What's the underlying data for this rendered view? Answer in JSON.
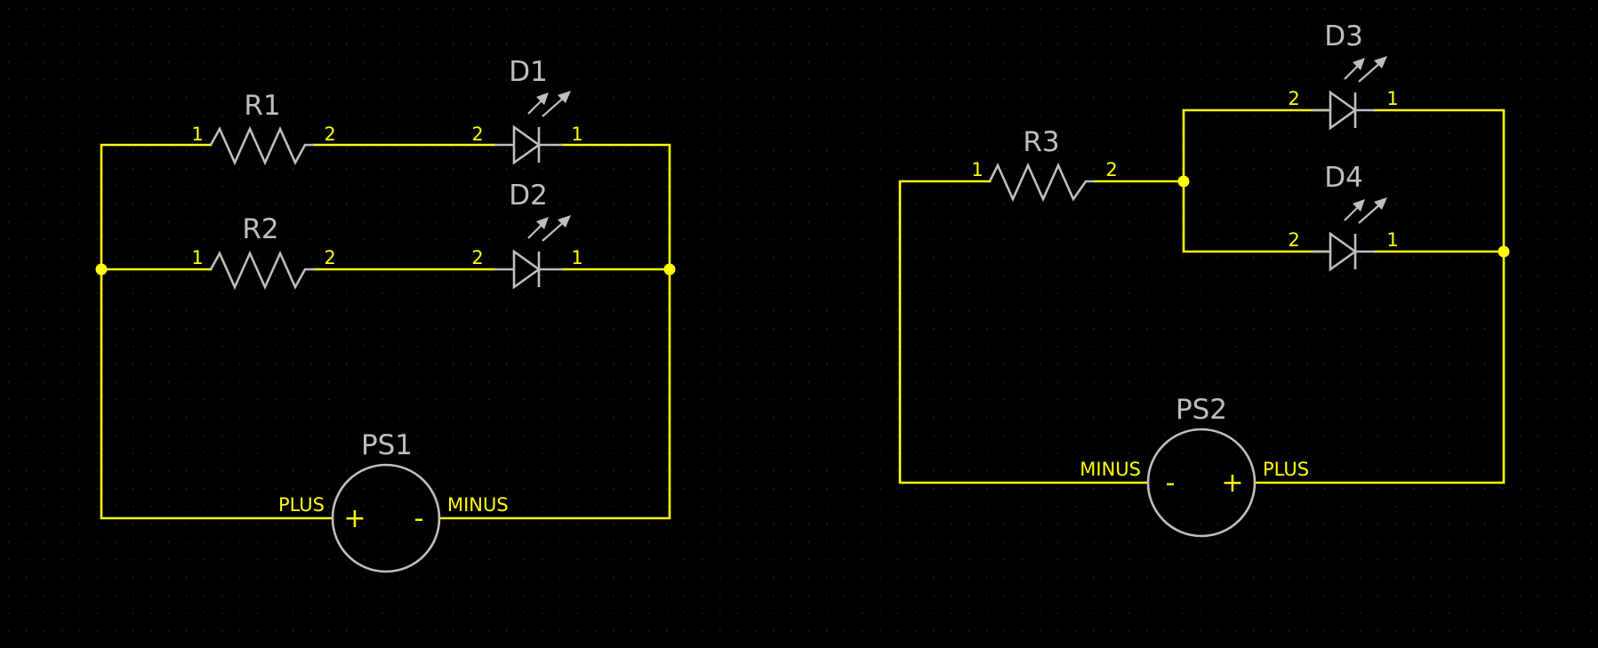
{
  "colors": {
    "background": "#000000",
    "grid": "#2a2a2a",
    "wire": "#ffff00",
    "part": "#bebebe"
  },
  "left_circuit": {
    "R1": {
      "designator": "R1",
      "pin1": "1",
      "pin2": "2"
    },
    "R2": {
      "designator": "R2",
      "pin1": "1",
      "pin2": "2"
    },
    "D1": {
      "designator": "D1",
      "pin1": "1",
      "pin2": "2"
    },
    "D2": {
      "designator": "D2",
      "pin1": "1",
      "pin2": "2"
    },
    "PS1": {
      "designator": "PS1",
      "plus_label": "PLUS",
      "minus_label": "MINUS",
      "plus_sign": "+",
      "minus_sign": "-"
    }
  },
  "right_circuit": {
    "R3": {
      "designator": "R3",
      "pin1": "1",
      "pin2": "2"
    },
    "D3": {
      "designator": "D3",
      "pin1": "1",
      "pin2": "2"
    },
    "D4": {
      "designator": "D4",
      "pin1": "1",
      "pin2": "2"
    },
    "PS2": {
      "designator": "PS2",
      "plus_label": "PLUS",
      "minus_label": "MINUS",
      "plus_sign": "+",
      "minus_sign": "-"
    }
  }
}
